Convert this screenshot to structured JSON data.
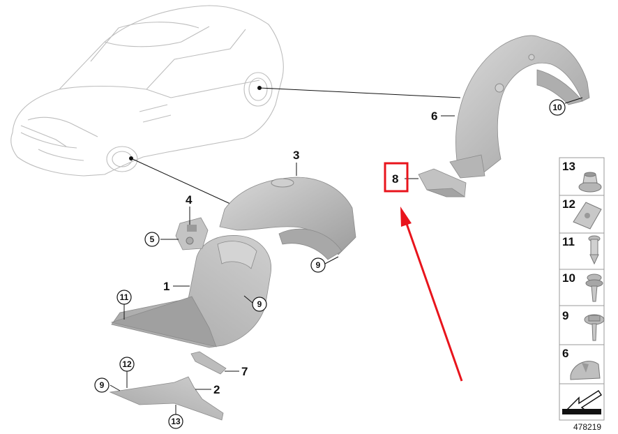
{
  "callouts": {
    "p1": "1",
    "p2": "2",
    "p3": "3",
    "p4": "4",
    "p5": "5",
    "p6": "6",
    "p7": "7",
    "p8": "8",
    "c5": "5",
    "c9a": "9",
    "c9b": "9",
    "c9c": "9",
    "c10": "10",
    "c11": "11",
    "c12": "12",
    "c13": "13"
  },
  "legend": {
    "items": [
      "13",
      "12",
      "11",
      "10",
      "9",
      "6"
    ]
  },
  "ref_number": "478219",
  "colors": {
    "highlight": "#e8141c",
    "part_fill": "#bdbdbd",
    "car_outline": "#bdbdbd"
  }
}
